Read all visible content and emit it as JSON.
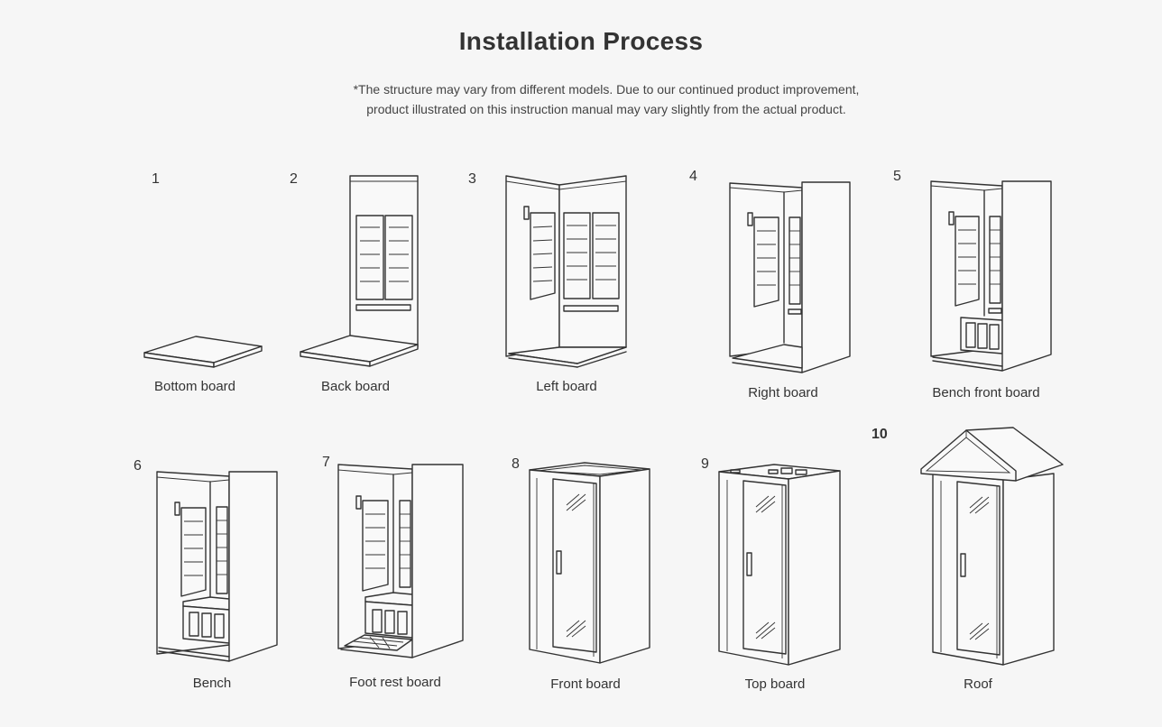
{
  "title": "Installation Process",
  "note_line1": "*The structure may vary from different models. Due to our continued product improvement,",
  "note_line2": "product illustrated on this instruction manual may vary slightly from the actual product.",
  "steps": [
    {
      "number": "1",
      "label": "Bottom board"
    },
    {
      "number": "2",
      "label": "Back board"
    },
    {
      "number": "3",
      "label": "Left board"
    },
    {
      "number": "4",
      "label": "Right board"
    },
    {
      "number": "5",
      "label": "Bench front board"
    },
    {
      "number": "6",
      "label": "Bench"
    },
    {
      "number": "7",
      "label": "Foot rest board"
    },
    {
      "number": "8",
      "label": "Front board"
    },
    {
      "number": "9",
      "label": "Top board"
    },
    {
      "number": "10",
      "label": "Roof"
    }
  ]
}
